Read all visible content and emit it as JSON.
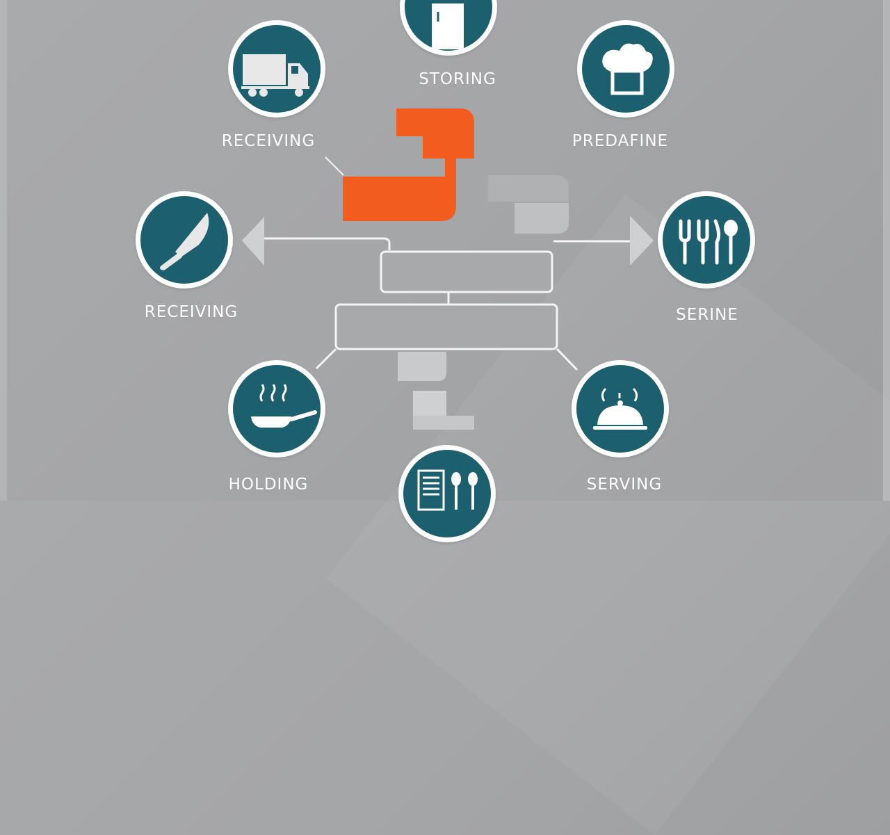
{
  "diagram": {
    "labels": {
      "storing": "STORING",
      "receiving_top": "RECEIVING",
      "predafine": "PREDAFINE",
      "receiving_mid": "RECEIVING",
      "serine": "SERINE",
      "holding": "HOLDING",
      "serving": "SERVING"
    },
    "icons": {
      "storing": "refrigerator-icon",
      "receiving_top": "delivery-truck-icon",
      "predafine": "chef-hat-icon",
      "receiving_mid": "knife-icon",
      "serine": "cutlery-icon",
      "holding": "frying-pan-icon",
      "serving": "cloche-icon",
      "bottom": "menu-and-spoons-icon"
    },
    "colors": {
      "badge_fill": "#1c5f6e",
      "badge_ring": "#ffffff",
      "accent": "#f25c1e",
      "connector": "#f4f4f4",
      "background": "#a7a8aa"
    }
  }
}
